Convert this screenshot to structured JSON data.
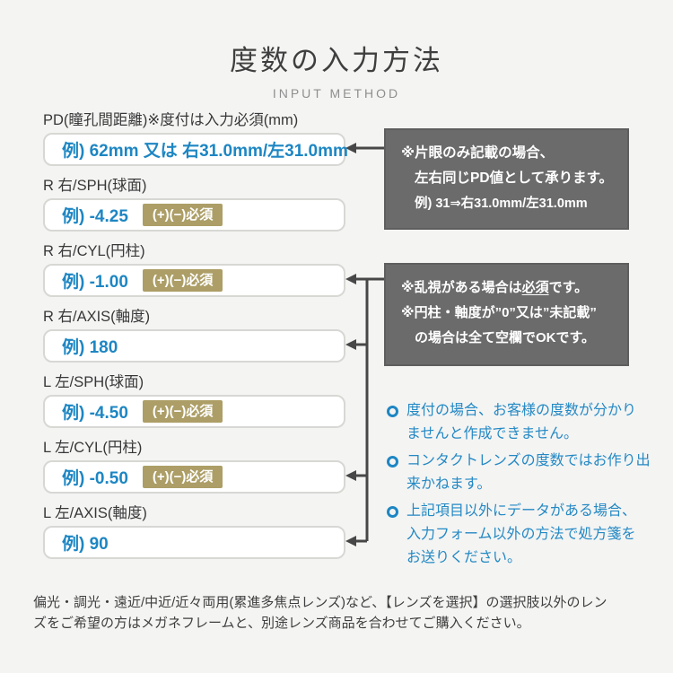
{
  "header": {
    "title": "度数の入力方法",
    "subtitle": "INPUT METHOD"
  },
  "colors": {
    "accent_blue": "#1d86c3",
    "badge_bg": "#ac9e66",
    "note_bg": "#6b6b6b",
    "arrow": "#474747",
    "page_bg": "#f4f4f3"
  },
  "form": {
    "badge_label": "(+)(−)必須",
    "rows": [
      {
        "label": "PD(瞳孔間距離)※度付は入力必須(mm)",
        "example": "例) 62mm 又は 右31.0mm/左31.0mm",
        "badge": false
      },
      {
        "label": "R 右/SPH(球面)",
        "example": "例) -4.25",
        "badge": true
      },
      {
        "label": "R 右/CYL(円柱)",
        "example": "例) -1.00",
        "badge": true
      },
      {
        "label": "R 右/AXIS(軸度)",
        "example": "例) 180",
        "badge": false
      },
      {
        "label": "L 左/SPH(球面)",
        "example": "例) -4.50",
        "badge": true
      },
      {
        "label": "L 左/CYL(円柱)",
        "example": "例) -0.50",
        "badge": true
      },
      {
        "label": "L 左/AXIS(軸度)",
        "example": "例) 90",
        "badge": false
      }
    ]
  },
  "note_pd": {
    "line1": "※片眼のみ記載の場合、",
    "line2": "左右同じPD値として承ります。",
    "line3": "例) 31⇒右31.0mm/左31.0mm"
  },
  "note_cyl": {
    "line1_prefix": "※乱視がある場合は",
    "line1_underline": "必須",
    "line1_suffix": "です。",
    "line2": "※円柱・軸度が”0”又は”未記載”",
    "line3": "の場合は全て空欄でOKです。"
  },
  "bullets": [
    "度付の場合、お客様の度数が分かり\nませんと作成できません。",
    "コンタクトレンズの度数ではお作り出\n来かねます。",
    "上記項目以外にデータがある場合、\n入力フォーム以外の方法で処方箋を\nお送りください。"
  ],
  "footer": "偏光・調光・遠近/中近/近々両用(累進多焦点レンズ)など、【レンズを選択】の選択肢以外のレン\nズをご希望の方はメガネフレームと、別途レンズ商品を合わせてご購入ください。"
}
